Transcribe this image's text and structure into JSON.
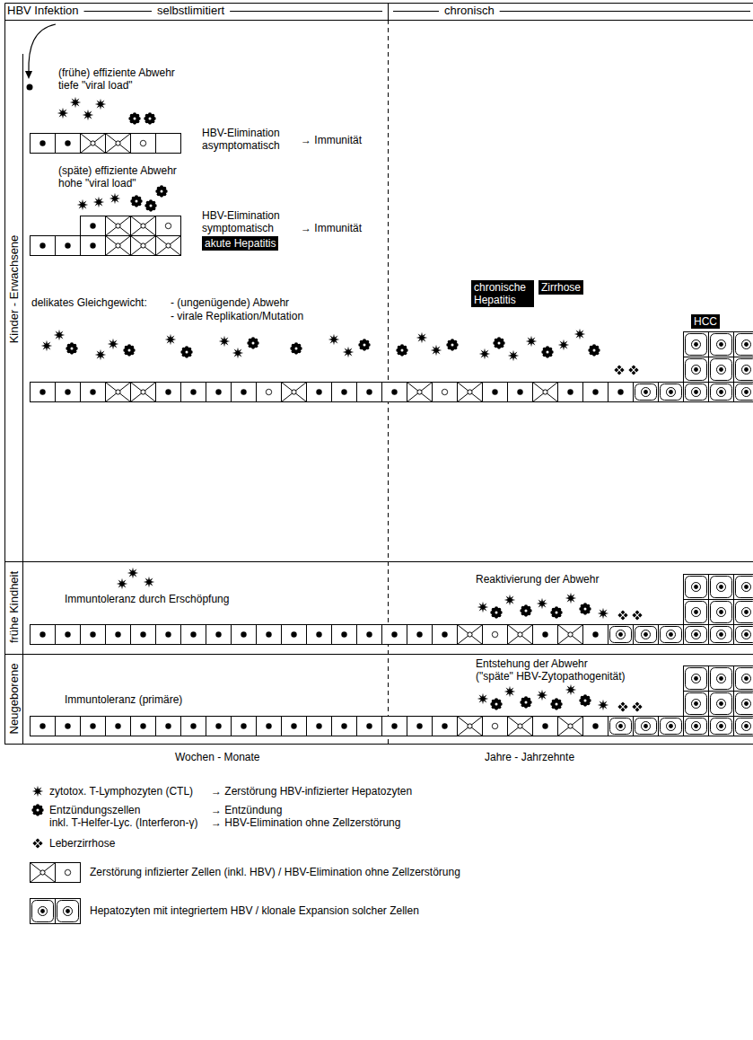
{
  "diagram": {
    "title": "HBV Infektion",
    "nodes": [
      {
        "text": [
          "Kinder - Erwachsene"
        ]
      },
      {
        "text": [
          "akute Hepatitis"
        ],
        "in": 0
      },
      {
        "text": [
          "chronische Hepatitis"
        ],
        "in": 0
      },
      {
        "text": [
          "Zirrhose"
        ],
        "in": 0
      },
      {
        "text": [
          "HCC"
        ],
        "in": 0
      },
      {
        "text": [
          "frühe Kindheit"
        ]
      },
      {
        "text": [
          "Neugeborene"
        ]
      }
    ],
    "labels": [
      "selbstlimitiert",
      "chronisch",
      "(frühe) effiziente Abwehr",
      "tiefe \"viral load\"",
      "HBV-Elimination asymptomatisch",
      "→ Immunität",
      "(späte) effiziente Abwehr",
      "hohe \"viral load\"",
      "HBV-Elimination symptomatisch",
      "→ Immunität",
      "delikates Gleichgewicht:",
      "- (ungenügende) Abwehr",
      "- virale Replikation/Mutation",
      "Immuntoleranz durch Erschöpfung",
      "Reaktivierung der Abwehr",
      "Entstehung der Abwehr",
      "(\"späte\" HBV-Zytopathogenität)",
      "Immuntoleranz (primäre)",
      "Wochen - Monate",
      "Jahre - Jahrzehnte",
      "→ Zerstörung HBV-infizierter Hepatozyten",
      "inkl. T-Helfer-Lyc. (Interferon-γ)",
      "→ Entzündung",
      "→ HBV-Elimination ohne Zellzerstörung"
    ],
    "legend": [
      {
        "text": "zytotox. T-Lymphozyten (CTL)"
      },
      {
        "text": "Entzündungszellen"
      },
      {
        "text": "Leberzirrhose"
      },
      {
        "text": "Zerstörung infizierter Zellen (inkl. HBV) / HBV-Elimination ohne Zellzerstörung"
      },
      {
        "text": "Hepatozyten mit integriertem HBV / klonale Expansion solcher Zellen"
      }
    ]
  }
}
